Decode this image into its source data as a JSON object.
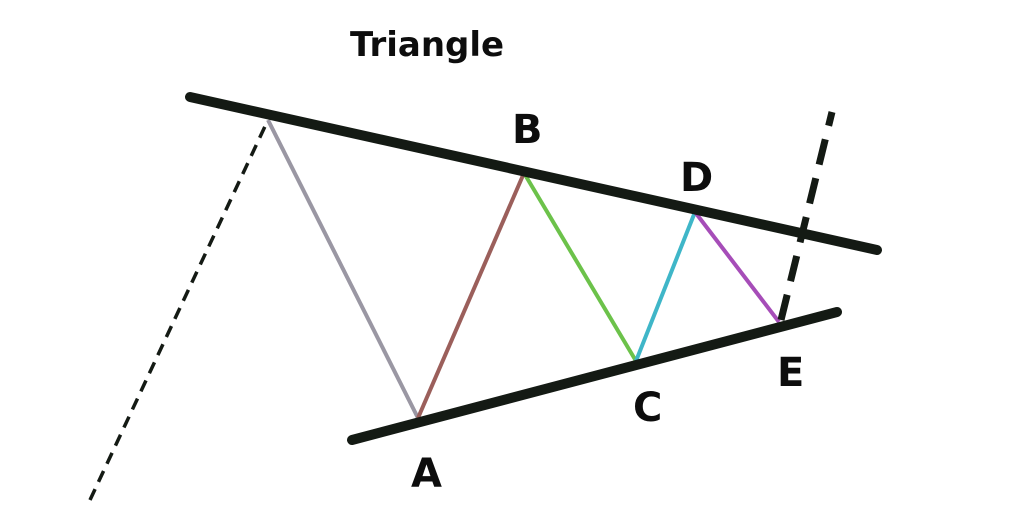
{
  "title": "Triangle",
  "points": {
    "A": "A",
    "B": "B",
    "C": "C",
    "D": "D",
    "E": "E"
  },
  "colors": {
    "trendline": "#141a14",
    "leg_prior": "#9a97a3",
    "leg_AB": "#9b5f5b",
    "leg_BC": "#6cc24a",
    "leg_CD": "#3fb6c8",
    "leg_DE": "#a64db8"
  }
}
